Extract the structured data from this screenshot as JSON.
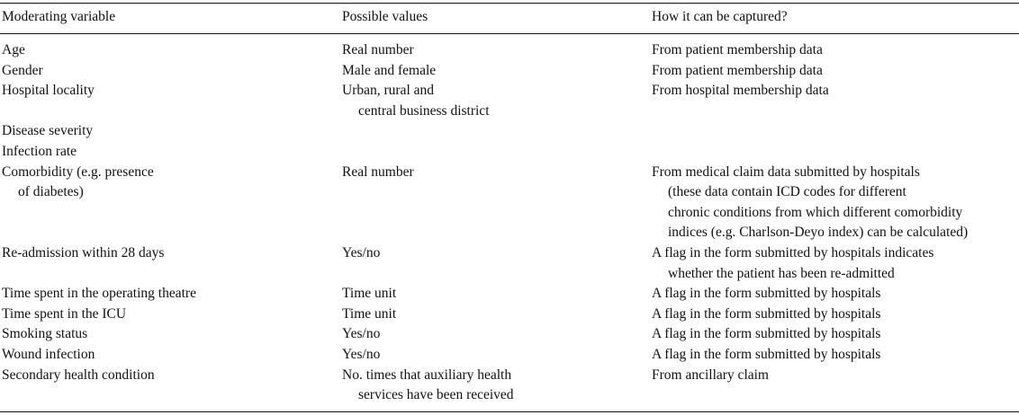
{
  "table": {
    "headers": {
      "moderating_variable": "Moderating variable",
      "possible_values": "Possible values",
      "how_captured": "How it can be captured?"
    },
    "rows": [
      {
        "variable": [
          "Age"
        ],
        "values": [
          "Real number"
        ],
        "captured": [
          "From patient membership data"
        ]
      },
      {
        "variable": [
          "Gender"
        ],
        "values": [
          "Male and female"
        ],
        "captured": [
          "From patient membership data"
        ]
      },
      {
        "variable": [
          "Hospital locality"
        ],
        "values": [
          "Urban, rural and",
          "central business district"
        ],
        "captured": [
          "From hospital membership data"
        ]
      },
      {
        "variable": [
          "Disease severity"
        ],
        "values": [],
        "captured": []
      },
      {
        "variable": [
          "Infection rate"
        ],
        "values": [],
        "captured": []
      },
      {
        "variable": [
          "Comorbidity (e.g. presence",
          "of diabetes)"
        ],
        "values": [
          "Real number"
        ],
        "captured": [
          "From medical claim data submitted by hospitals",
          "(these data contain ICD codes for different",
          "chronic conditions from which different comorbidity",
          "indices (e.g. Charlson-Deyo index) can be calculated)"
        ]
      },
      {
        "variable": [
          "Re-admission within 28 days"
        ],
        "values": [
          "Yes/no"
        ],
        "captured": [
          "A flag in the form submitted by hospitals indicates",
          "whether the patient has been re-admitted"
        ]
      },
      {
        "variable": [
          "Time spent in the operating theatre"
        ],
        "values": [
          "Time unit"
        ],
        "captured": [
          "A flag in the form submitted by hospitals"
        ]
      },
      {
        "variable": [
          "Time spent in the ICU"
        ],
        "values": [
          "Time unit"
        ],
        "captured": [
          "A flag in the form submitted by hospitals"
        ]
      },
      {
        "variable": [
          "Smoking status"
        ],
        "values": [
          "Yes/no"
        ],
        "captured": [
          "A flag in the form submitted by hospitals"
        ]
      },
      {
        "variable": [
          "Wound infection"
        ],
        "values": [
          "Yes/no"
        ],
        "captured": [
          "A flag in the form submitted by hospitals"
        ]
      },
      {
        "variable": [
          "Secondary health condition"
        ],
        "values": [
          "No. times that auxiliary health",
          "services have been received"
        ],
        "captured": [
          "From ancillary claim"
        ]
      }
    ]
  }
}
